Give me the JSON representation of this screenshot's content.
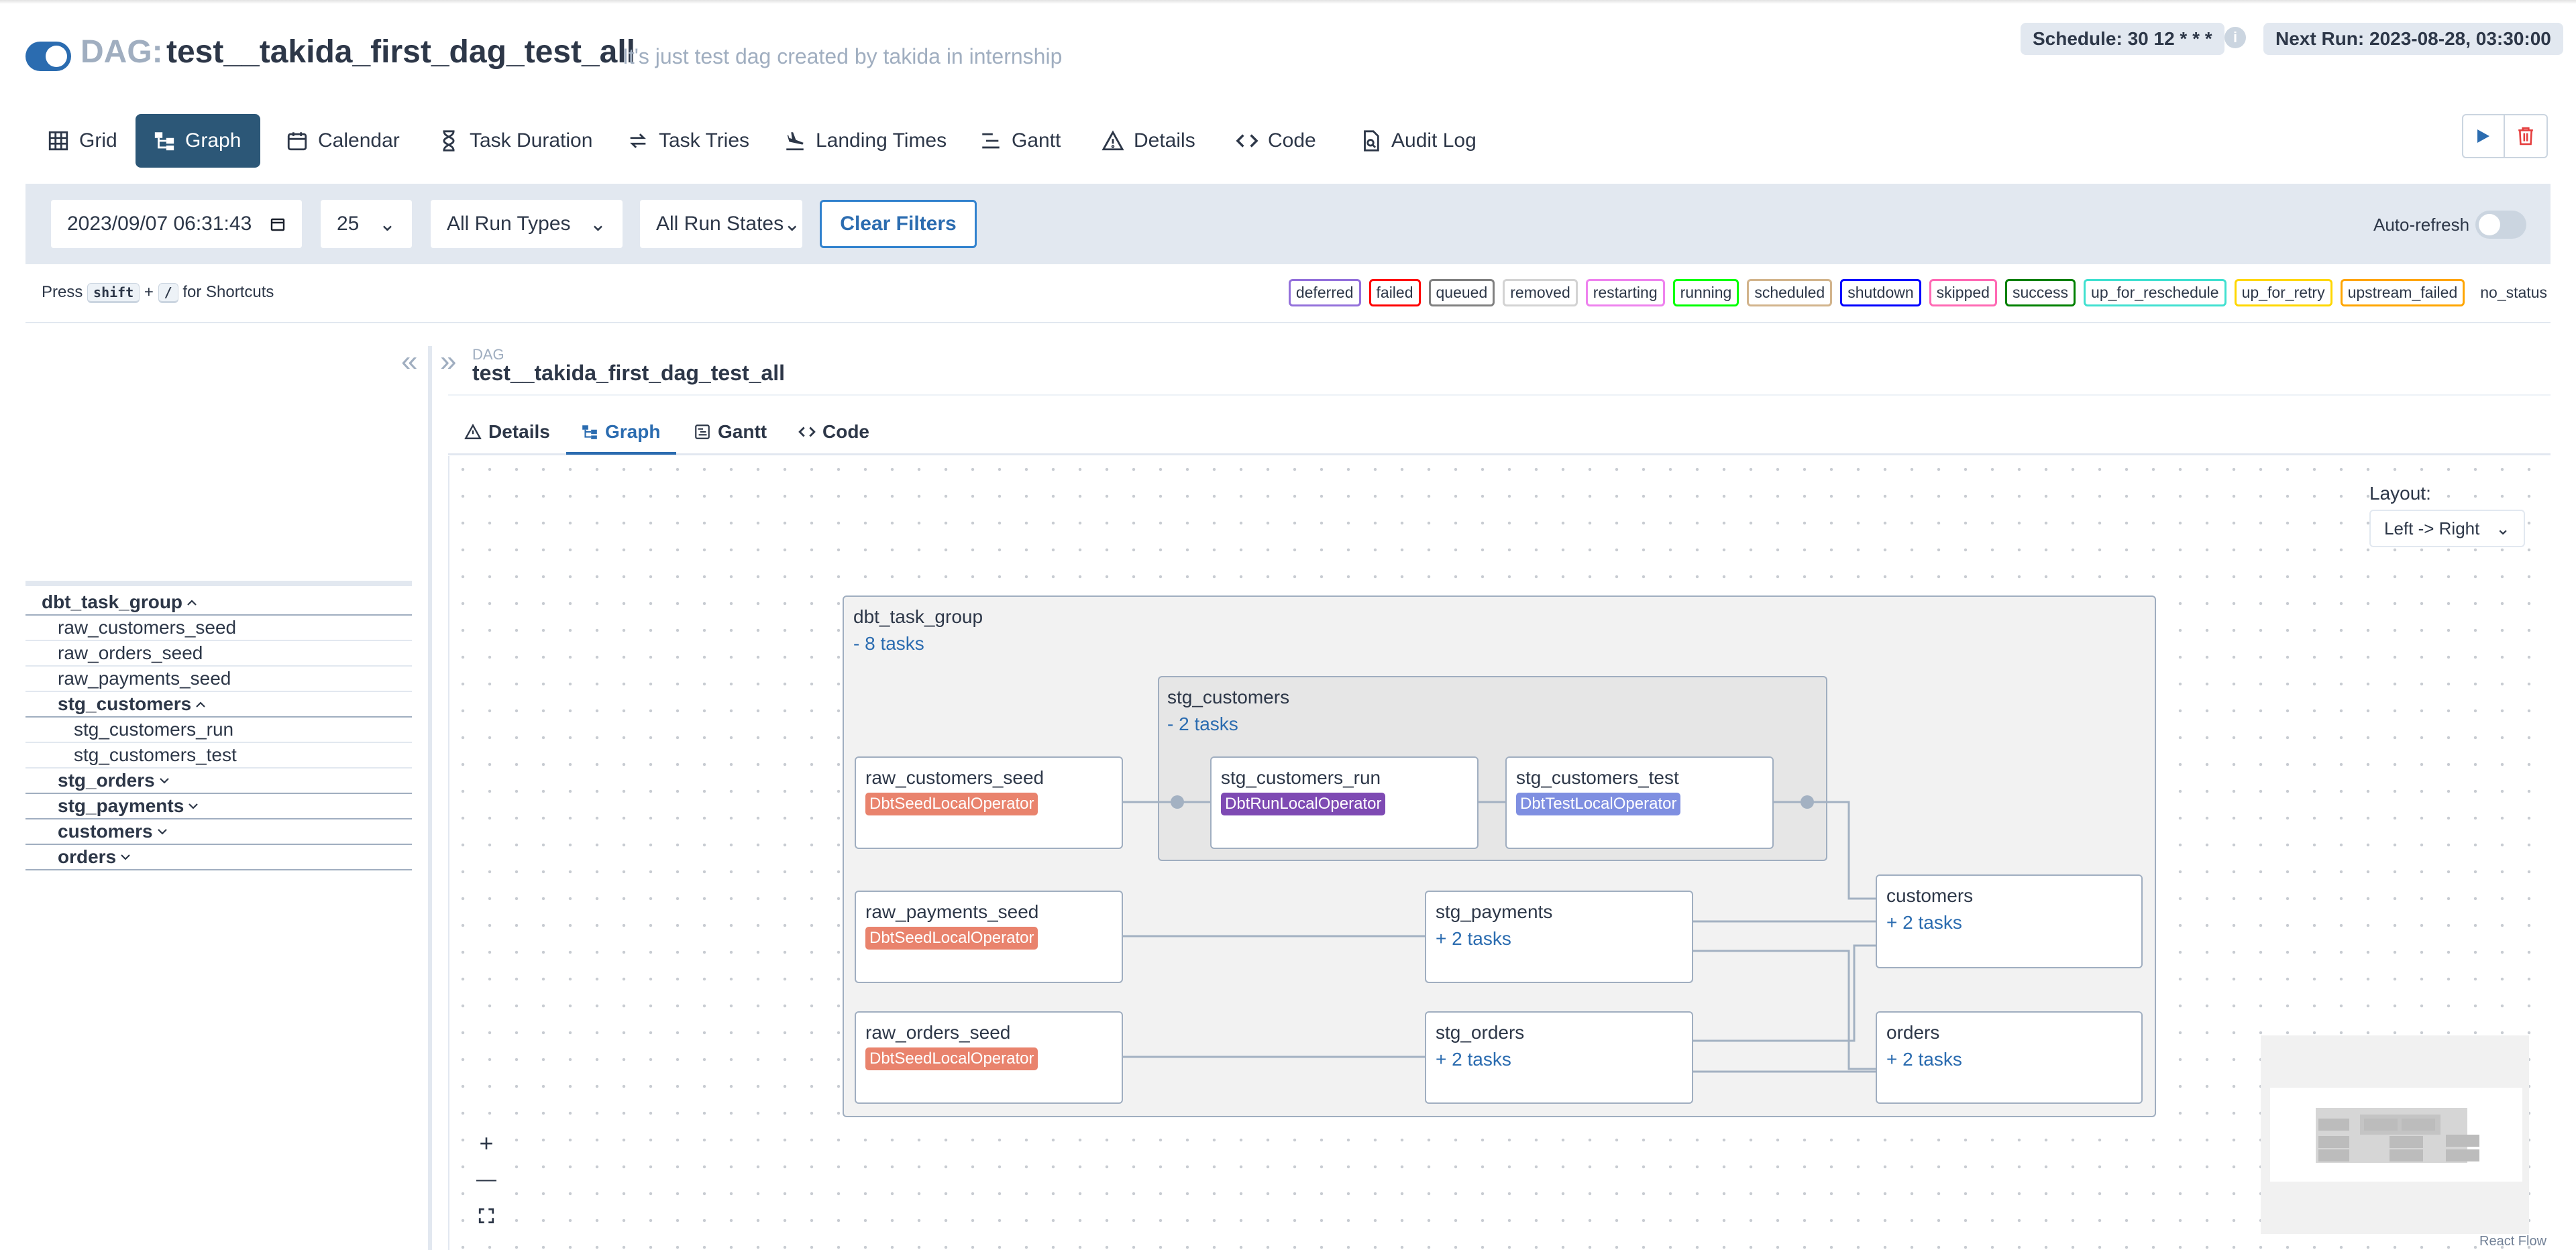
{
  "header": {
    "prefix": "DAG:",
    "dag_id": "test__takida_first_dag_test_all",
    "description": "It's just test dag created by takida in internship",
    "schedule": "Schedule: 30 12 * * *",
    "next_run": "Next Run: 2023-08-28, 03:30:00",
    "paused": false
  },
  "tabs": [
    {
      "label": "Grid",
      "icon": "grid-icon"
    },
    {
      "label": "Graph",
      "icon": "graph-icon"
    },
    {
      "label": "Calendar",
      "icon": "calendar-icon"
    },
    {
      "label": "Task Duration",
      "icon": "hourglass-icon"
    },
    {
      "label": "Task Tries",
      "icon": "retry-icon"
    },
    {
      "label": "Landing Times",
      "icon": "landing-icon"
    },
    {
      "label": "Gantt",
      "icon": "gantt-icon"
    },
    {
      "label": "Details",
      "icon": "warning-icon"
    },
    {
      "label": "Code",
      "icon": "code-icon"
    },
    {
      "label": "Audit Log",
      "icon": "file-search-icon"
    }
  ],
  "active_tab": "Graph",
  "filters": {
    "base_date": "2023/09/07 06:31:43",
    "num_runs": "25",
    "run_type": "All Run Types",
    "run_state": "All Run States",
    "clear": "Clear Filters",
    "auto_refresh": "Auto-refresh"
  },
  "shortcut": {
    "press": "Press",
    "key1": "shift",
    "plus": "+",
    "key2": "/",
    "suffix": "for Shortcuts"
  },
  "legend": [
    {
      "label": "deferred",
      "color": "#9370db"
    },
    {
      "label": "failed",
      "color": "#ff0000"
    },
    {
      "label": "queued",
      "color": "#808080"
    },
    {
      "label": "removed",
      "color": "#d3d3d3"
    },
    {
      "label": "restarting",
      "color": "#ee82ee"
    },
    {
      "label": "running",
      "color": "#00ff00"
    },
    {
      "label": "scheduled",
      "color": "#d2b48c"
    },
    {
      "label": "shutdown",
      "color": "#0000ff"
    },
    {
      "label": "skipped",
      "color": "#ff69b4"
    },
    {
      "label": "success",
      "color": "#008000"
    },
    {
      "label": "up_for_reschedule",
      "color": "#40e0d0"
    },
    {
      "label": "up_for_retry",
      "color": "#ffd700"
    },
    {
      "label": "upstream_failed",
      "color": "#ffa500"
    },
    {
      "label": "no_status",
      "color": "#ffffff"
    }
  ],
  "tree": [
    {
      "label": "dbt_task_group",
      "group": true,
      "expanded": true,
      "level": 0
    },
    {
      "label": "raw_customers_seed",
      "level": 1
    },
    {
      "label": "raw_orders_seed",
      "level": 1
    },
    {
      "label": "raw_payments_seed",
      "level": 1
    },
    {
      "label": "stg_customers",
      "group": true,
      "expanded": true,
      "level": 1
    },
    {
      "label": "stg_customers_run",
      "level": 2
    },
    {
      "label": "stg_customers_test",
      "level": 2
    },
    {
      "label": "stg_orders",
      "group": true,
      "expanded": false,
      "level": 1
    },
    {
      "label": "stg_payments",
      "group": true,
      "expanded": false,
      "level": 1
    },
    {
      "label": "customers",
      "group": true,
      "expanded": false,
      "level": 1
    },
    {
      "label": "orders",
      "group": true,
      "expanded": false,
      "level": 1
    }
  ],
  "details": {
    "small_label": "DAG",
    "dag_id": "test__takida_first_dag_test_all",
    "subtabs": [
      "Details",
      "Graph",
      "Gantt",
      "Code"
    ],
    "active_subtab": "Graph"
  },
  "layout": {
    "label": "Layout:",
    "value": "Left -> Right"
  },
  "graph": {
    "groups": {
      "dbt": {
        "title": "dbt_task_group",
        "count": "- 8 tasks"
      },
      "stg_customers": {
        "title": "stg_customers",
        "count": "- 2 tasks"
      }
    },
    "nodes": {
      "raw_customers_seed": {
        "name": "raw_customers_seed",
        "operator": "DbtSeedLocalOperator",
        "op_color": "#e9836d"
      },
      "stg_customers_run": {
        "name": "stg_customers_run",
        "operator": "DbtRunLocalOperator",
        "op_color": "#7e4ab3"
      },
      "stg_customers_test": {
        "name": "stg_customers_test",
        "operator": "DbtTestLocalOperator",
        "op_color": "#7f8fe1"
      },
      "raw_payments_seed": {
        "name": "raw_payments_seed",
        "operator": "DbtSeedLocalOperator",
        "op_color": "#e9836d"
      },
      "raw_orders_seed": {
        "name": "raw_orders_seed",
        "operator": "DbtSeedLocalOperator",
        "op_color": "#e9836d"
      },
      "stg_payments": {
        "name": "stg_payments",
        "sub": "+ 2 tasks"
      },
      "stg_orders": {
        "name": "stg_orders",
        "sub": "+ 2 tasks"
      },
      "customers": {
        "name": "customers",
        "sub": "+ 2 tasks"
      },
      "orders": {
        "name": "orders",
        "sub": "+ 2 tasks"
      }
    }
  },
  "controls": {
    "zoom_in": "+",
    "zoom_out": "—"
  },
  "attribution": "React Flow"
}
